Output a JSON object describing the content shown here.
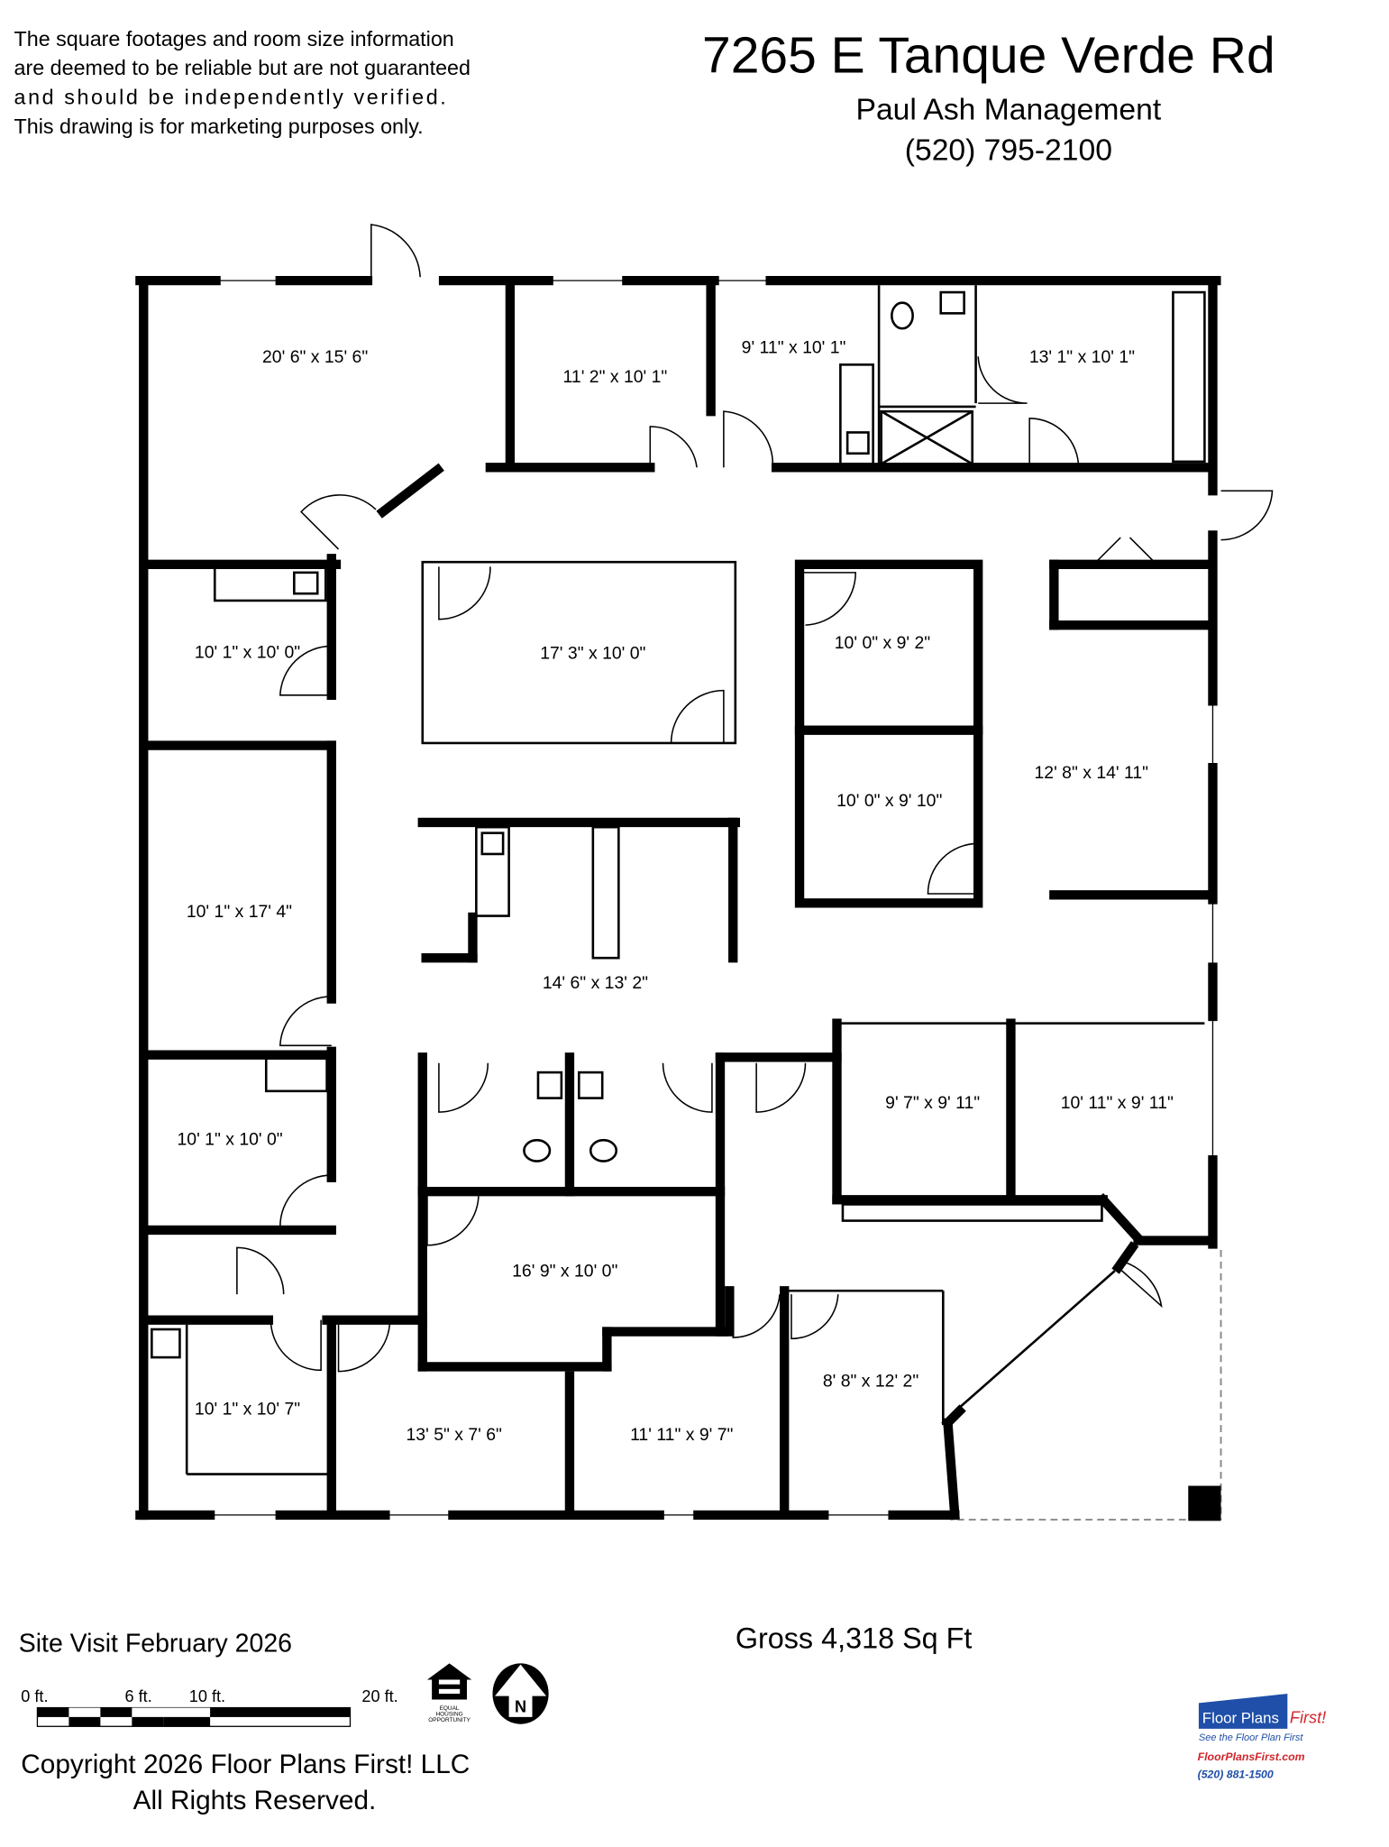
{
  "header": {
    "disclaimer": [
      "The square footages and room size information",
      "are deemed to be reliable but are not guaranteed",
      "and should be independently verified.",
      "This drawing is for marketing purposes only."
    ],
    "address": "7265 E Tanque Verde Rd",
    "company": "Paul Ash Management",
    "phone": "(520) 795-2100"
  },
  "rooms": [
    "20' 6\" x 15' 6\"",
    "11' 2\" x 10' 1\"",
    "9' 11\" x 10' 1\"",
    "13' 1\" x 10' 1\"",
    "10' 1\" x 10' 0\"",
    "17' 3\" x 10' 0\"",
    "10' 0\" x 9' 2\"",
    "10' 0\" x 9' 10\"",
    "12' 8\" x 14' 11\"",
    "10' 1\" x 17' 4\"",
    "14' 6\" x 13' 2\"",
    "9' 7\" x 9' 11\"",
    "10' 11\" x 9' 11\"",
    "10' 1\" x 10' 0\"",
    "16' 9\" x 10' 0\"",
    "8' 8\" x 12' 2\"",
    "10' 1\" x 10' 7\"",
    "13' 5\" x 7' 6\"",
    "11' 11\" x 9' 7\""
  ],
  "footer": {
    "site_visit": "Site Visit February 2026",
    "gross_area": "Gross 4,318 Sq Ft",
    "scale_labels": [
      "0 ft.",
      "6 ft.",
      "10 ft.",
      "20 ft."
    ],
    "equal_housing": [
      "EQUAL",
      "HOUSING",
      "OPPORTUNITY"
    ],
    "north_label": "N",
    "copyright": "Copyright 2026 Floor Plans First! LLC",
    "rights": "All Rights Reserved.",
    "logo": {
      "brand_a": "Floor Plans",
      "brand_b": "First!",
      "tagline": "See the Floor Plan First",
      "website": "FloorPlansFirst.com",
      "phone": "(520) 881-1500"
    }
  },
  "colors": {
    "logo_blue": "#1f4fa8",
    "logo_red": "#d0262d"
  }
}
